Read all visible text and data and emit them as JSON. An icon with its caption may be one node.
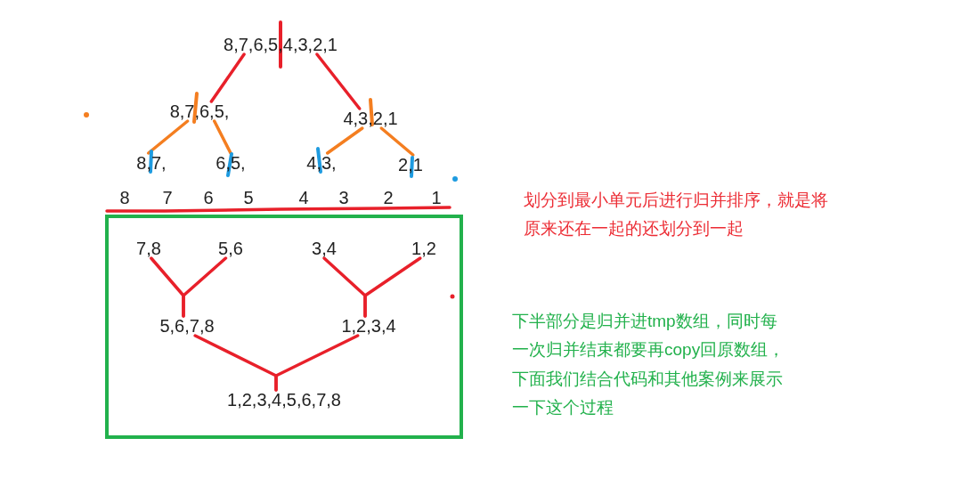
{
  "diagram": {
    "nodes": [
      {
        "text": [
          "8,7,6,5,4,3,2,1"
        ]
      },
      {
        "text": [
          "8,7,6,5,"
        ]
      },
      {
        "text": [
          "4,3,2,1"
        ]
      },
      {
        "text": [
          "8,7,"
        ]
      },
      {
        "text": [
          "6,5,"
        ]
      },
      {
        "text": [
          "4,3,"
        ]
      },
      {
        "text": [
          "2,1"
        ]
      },
      {
        "text": [],
        "shape": "box"
      },
      {
        "text": [
          "7,8"
        ],
        "in": 7
      },
      {
        "text": [
          "5,6"
        ],
        "in": 7
      },
      {
        "text": [
          "3,4"
        ],
        "in": 7
      },
      {
        "text": [
          "1,2"
        ],
        "in": 7
      },
      {
        "text": [
          "5,6,7,8"
        ],
        "in": 7
      },
      {
        "text": [
          "1,2,3,4"
        ],
        "in": 7
      },
      {
        "text": [
          "1,2,3,4,5,6,7,8"
        ],
        "in": 7
      }
    ],
    "edges": [
      {
        "from": 0,
        "to": 1,
        "arrow": "none"
      },
      {
        "from": 0,
        "to": 2,
        "arrow": "none"
      },
      {
        "from": 1,
        "to": 3,
        "arrow": "none",
        "color": "#f47e20"
      },
      {
        "from": 1,
        "to": 4,
        "arrow": "none",
        "color": "#f47e20"
      },
      {
        "from": 2,
        "to": 5,
        "arrow": "none",
        "color": "#f47e20"
      },
      {
        "from": 2,
        "to": 6,
        "arrow": "none",
        "color": "#f47e20"
      },
      {
        "from": 8,
        "to": 12,
        "arrow": "none"
      },
      {
        "from": 9,
        "to": 12,
        "arrow": "none"
      },
      {
        "from": 10,
        "to": 13,
        "arrow": "none"
      },
      {
        "from": 11,
        "to": 13,
        "arrow": "none"
      },
      {
        "from": 12,
        "to": 14,
        "arrow": "none"
      },
      {
        "from": 13,
        "to": 14,
        "arrow": "none"
      }
    ],
    "labels": [
      "8",
      "7",
      "6",
      "5",
      "4",
      "3",
      "2",
      "1",
      "划分到最小单元后进行归并排序，就是将原来还在一起的还划分到一起",
      "下半部分是归并进tmp数组，同时每一次归并结束都要再copy回原数组，下面我们结合代码和其他案例来展示一下这个过程"
    ]
  }
}
